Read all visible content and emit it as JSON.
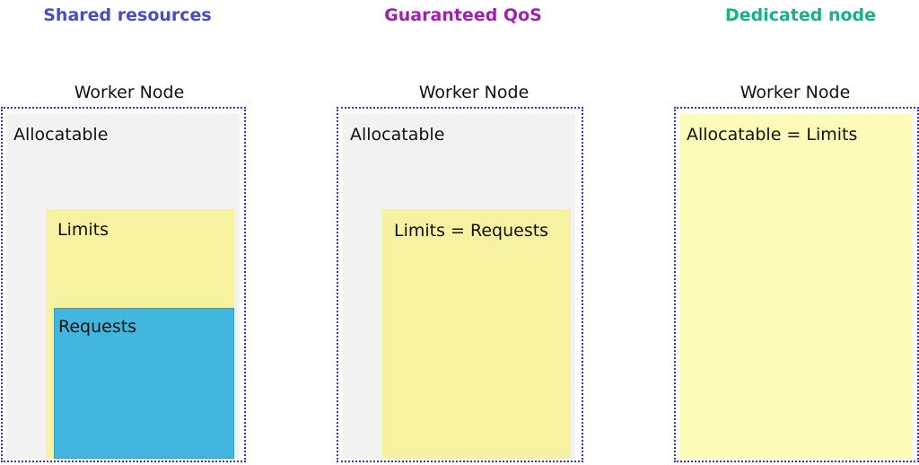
{
  "colors": {
    "shared_heading": "#4b4bc8",
    "guaranteed_heading": "#a020b0",
    "dedicated_heading": "#1ab083",
    "node_border": "#3a2fd0",
    "allocatable_fill": "#f2f2f2",
    "limits_fill": "#f7f2a2",
    "requests_fill": "#41b6de",
    "dedicated_fill": "#fdfbb8"
  },
  "columns": [
    {
      "heading": "Shared resources",
      "node_label": "Worker Node",
      "allocatable_label": "Allocatable",
      "limits_label": "Limits",
      "requests_label": "Requests"
    },
    {
      "heading": "Guaranteed QoS",
      "node_label": "Worker Node",
      "allocatable_label": "Allocatable",
      "limits_label": "Limits = Requests"
    },
    {
      "heading": "Dedicated node",
      "node_label": "Worker Node",
      "allocatable_label": "Allocatable = Limits"
    }
  ]
}
